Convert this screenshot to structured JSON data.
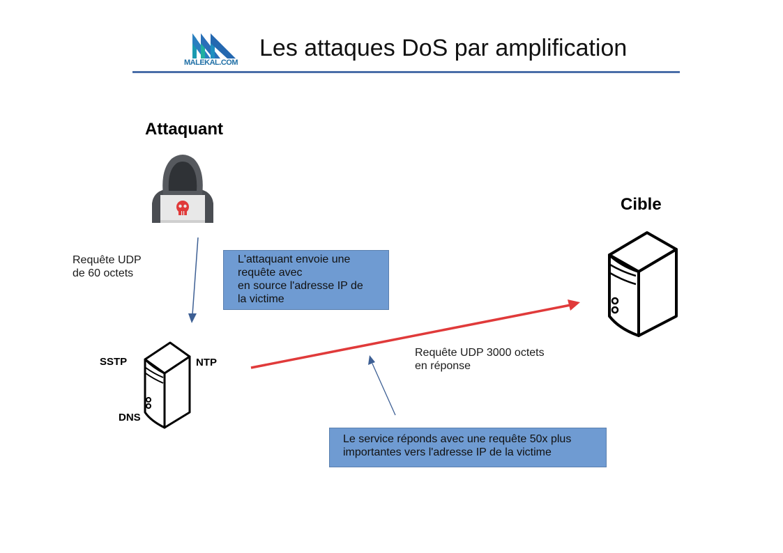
{
  "header": {
    "title": "Les attaques DoS par amplification",
    "logo_text": "MALEKAL.COM",
    "rule_color": "#4a6ea8"
  },
  "nodes": {
    "attacker": {
      "label": "Attaquant",
      "icon": "hooded-hacker-icon"
    },
    "target": {
      "label": "Cible",
      "icon": "server-tower-icon"
    },
    "amplifier": {
      "icon": "server-tower-icon",
      "services": [
        "SSTP",
        "NTP",
        "DNS"
      ]
    }
  },
  "labels": {
    "request_small_line1": "Requête UDP",
    "request_small_line2": "de 60 octets",
    "response_line1": "Requête UDP 3000 octets",
    "response_line2": "en réponse"
  },
  "notes": {
    "spoof": [
      "L'attaquant envoie une",
      "requête avec",
      "en source l'adresse IP de",
      "la victime"
    ],
    "amplify": [
      "Le service réponds avec une requête 50x plus",
      "importantes vers l'adresse IP de la victime"
    ]
  },
  "colors": {
    "note_fill": "#6f9bd2",
    "arrow_blue": "#3d5f94",
    "arrow_red": "#e03a3a"
  }
}
